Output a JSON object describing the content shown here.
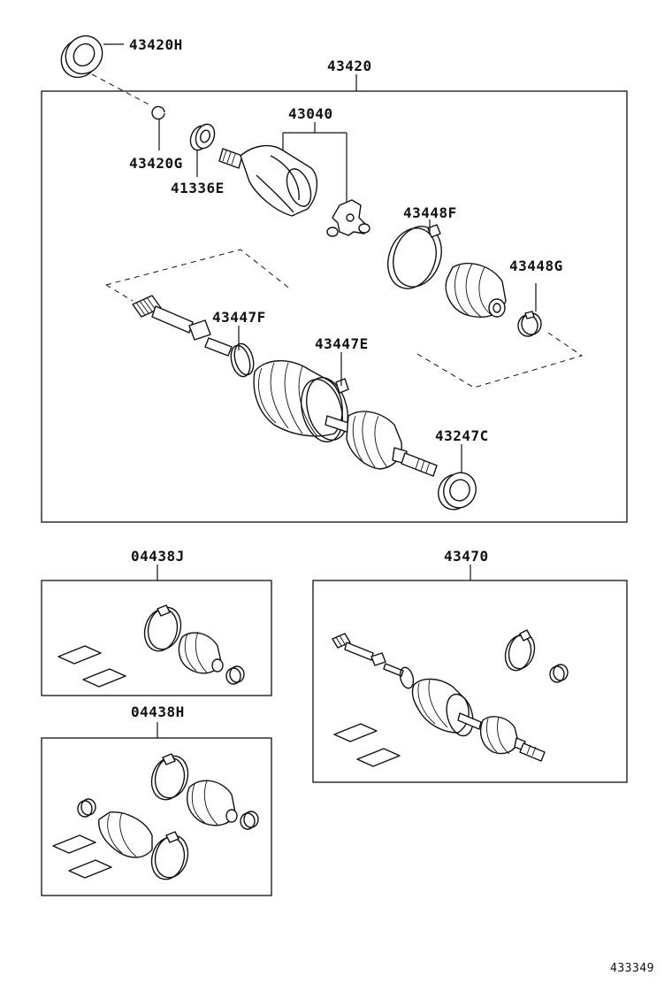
{
  "labels": {
    "p43420H": "43420H",
    "p43420": "43420",
    "p43040": "43040",
    "p43420G": "43420G",
    "p41336E": "41336E",
    "p43448F": "43448F",
    "p43448G": "43448G",
    "p43447F": "43447F",
    "p43447E": "43447E",
    "p43247C": "43247C",
    "p04438J": "04438J",
    "p43470": "43470",
    "p04438H": "04438H",
    "figure_id": "433349"
  }
}
